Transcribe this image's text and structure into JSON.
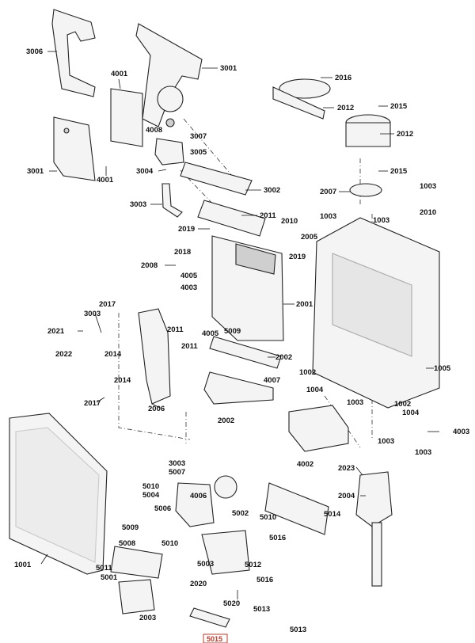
{
  "labels": [
    "3006",
    "3001",
    "4001",
    "2016",
    "2012",
    "2015",
    "2012",
    "4008",
    "3007",
    "3005",
    "3001",
    "4001",
    "3004",
    "2015",
    "1003",
    "3002",
    "2007",
    "2010",
    "1003",
    "1003",
    "3003",
    "2011",
    "2010",
    "2005",
    "2019",
    "2018",
    "2019",
    "2008",
    "4005",
    "4003",
    "2001",
    "2017",
    "3003",
    "2011",
    "4005",
    "5009",
    "2021",
    "2014",
    "2011",
    "2002",
    "2022",
    "4007",
    "1002",
    "1005",
    "2014",
    "1004",
    "1002",
    "2017",
    "2006",
    "1003",
    "1004",
    "2002",
    "4003",
    "4002",
    "1003",
    "1003",
    "3003",
    "2023",
    "5007",
    "5010",
    "5004",
    "4006",
    "2004",
    "5006",
    "5002",
    "5014",
    "5009",
    "1001",
    "5010",
    "5016",
    "5008",
    "5010",
    "5011",
    "5001",
    "5003",
    "5012",
    "5016",
    "2020",
    "2003",
    "5020",
    "5013",
    "5013"
  ],
  "reference_tag": "5015"
}
